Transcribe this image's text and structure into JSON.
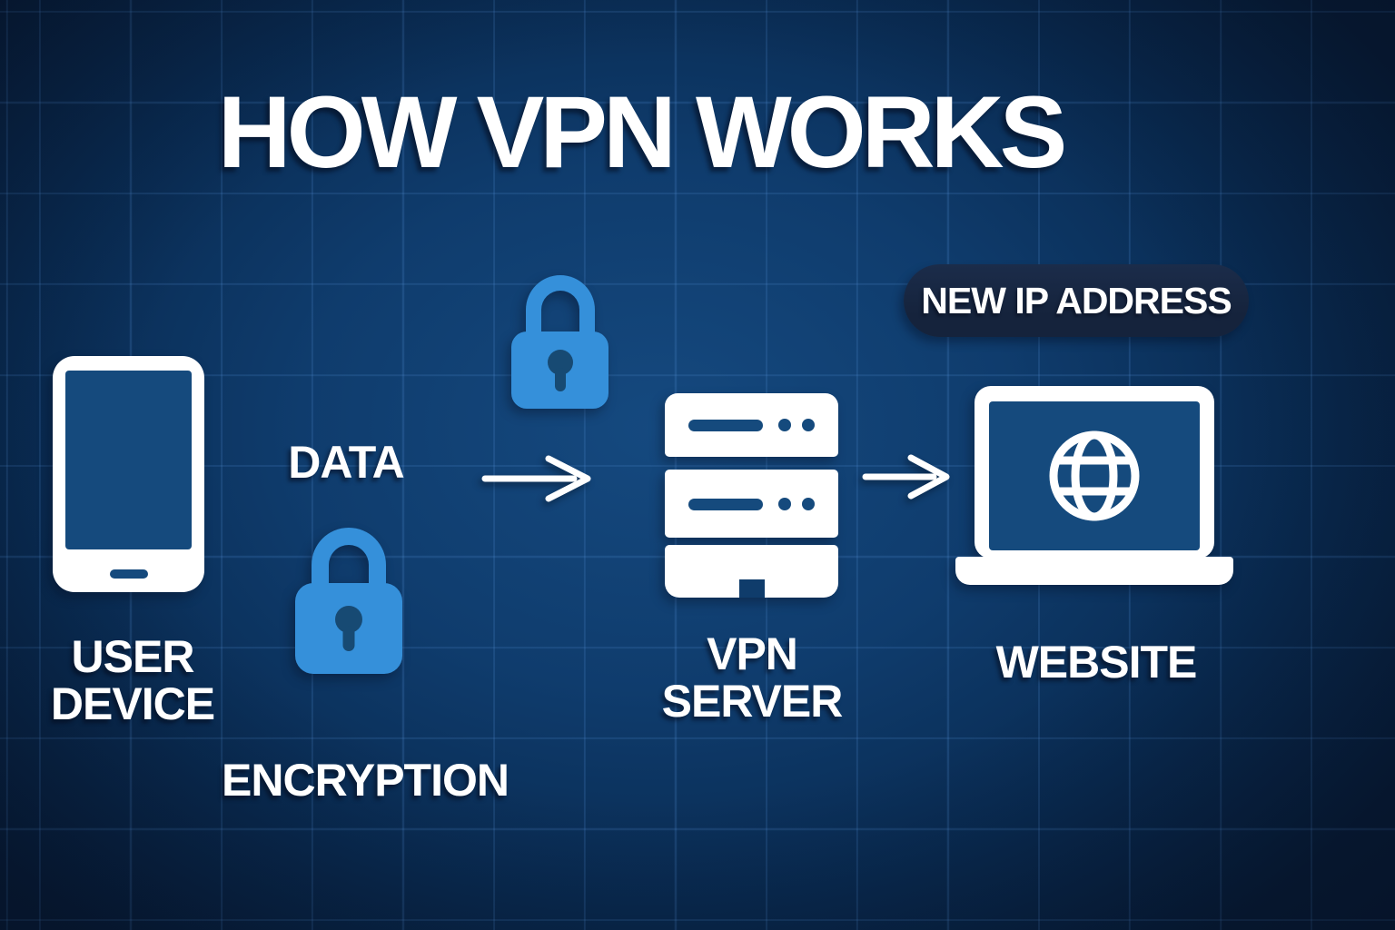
{
  "title": "HOW VPN WORKS",
  "labels": {
    "user_device_1": "USER",
    "user_device_2": "DEVICE",
    "data": "DATA",
    "encryption": "ENCRYPTION",
    "vpn_server_1": "VPN",
    "vpn_server_2": "SERVER",
    "website": "WEBSITE",
    "new_ip_badge": "NEW IP ADDRESS"
  },
  "icons": {
    "user_device": "smartphone-icon",
    "encryption": "padlock-icon",
    "encrypted_data": "padlock-icon",
    "vpn_server": "server-icon",
    "website": "laptop-icon",
    "website_screen": "globe-icon",
    "flow_arrows": [
      "arrow-right-icon",
      "arrow-right-icon"
    ]
  },
  "colors": {
    "background_center": "#15497f",
    "background_edge": "#071c38",
    "grid_line": "#3c78c0",
    "accent_blue": "#3590da",
    "panel_navy": "#154a7d",
    "keyhole_navy": "#174a73",
    "badge_bg": "#15233c",
    "text": "#ffffff"
  }
}
